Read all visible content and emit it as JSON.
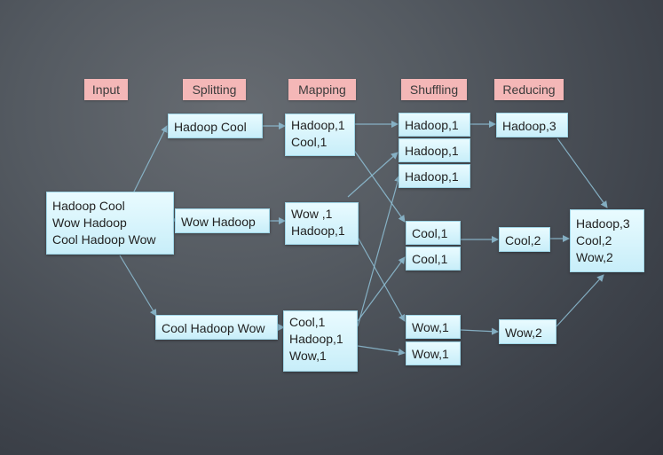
{
  "headers": {
    "input": "Input",
    "splitting": "Splitting",
    "mapping": "Mapping",
    "shuffling": "Shuffling",
    "reducing": "Reducing"
  },
  "input": {
    "lines": [
      "Hadoop Cool",
      "Wow Hadoop",
      "Cool Hadoop Wow"
    ]
  },
  "splitting": {
    "split1": "Hadoop  Cool",
    "split2": "Wow Hadoop",
    "split3": "Cool Hadoop Wow"
  },
  "mapping": {
    "map1": [
      "Hadoop,1",
      "Cool,1"
    ],
    "map2": [
      "Wow ,1",
      "Hadoop,1"
    ],
    "map3": [
      "Cool,1",
      "Hadoop,1",
      "Wow,1"
    ]
  },
  "shuffling": {
    "hadoop": [
      "Hadoop,1",
      "Hadoop,1",
      "Hadoop,1"
    ],
    "cool": [
      "Cool,1",
      "Cool,1"
    ],
    "wow": [
      "Wow,1",
      "Wow,1"
    ]
  },
  "reducing": {
    "hadoop": "Hadoop,3",
    "cool": "Cool,2",
    "wow": "Wow,2"
  },
  "result": {
    "lines": [
      "Hadoop,3",
      "Cool,2",
      "Wow,2"
    ]
  },
  "colors": {
    "header_bg": "#f4b7b7",
    "box_bg": "#d8f4fc",
    "arrow": "#8fc0d6",
    "background": "#4a4f56"
  }
}
